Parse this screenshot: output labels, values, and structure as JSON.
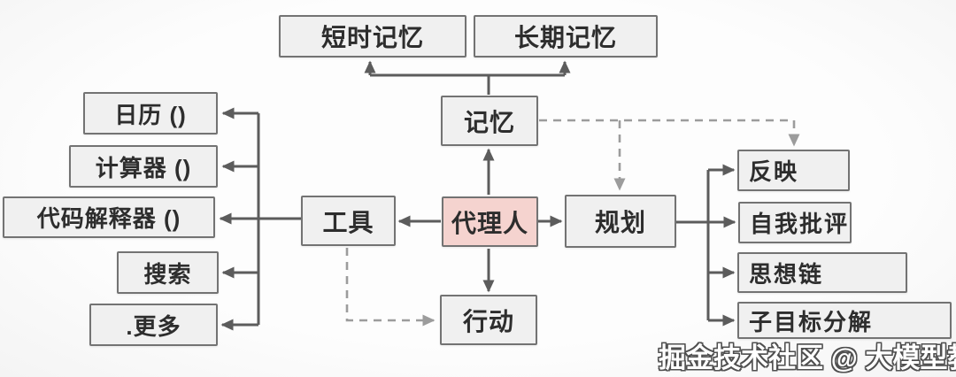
{
  "diagram": {
    "watermark": "掘金技术社区 @ 大模型教程",
    "colors": {
      "agent_fill": "#f5d3cf",
      "node_fill": "#f0f0f0",
      "node_border": "#737373",
      "solid_line": "#5c5c5c",
      "dashed_line": "#9c9c9c",
      "text_color": "#2d2d2d",
      "watermark_fill": "#ffffff",
      "watermark_outline": "#4f4f4f"
    },
    "nodes": {
      "agent": "代理人",
      "memory": "记忆",
      "short_term_memory": "短时记忆",
      "long_term_memory": "长期记忆",
      "tools": "工具",
      "planning": "规划",
      "action": "行动",
      "calendar": "日历 ()",
      "calculator": "计算器 ()",
      "code_interpreter": "代码解释器 ()",
      "search": "搜索",
      "more": ".更多",
      "reflection": "反映",
      "self_criticism": "自我批评",
      "chain_of_thought": "思想链",
      "subgoal_decomposition": "子目标分解"
    }
  }
}
